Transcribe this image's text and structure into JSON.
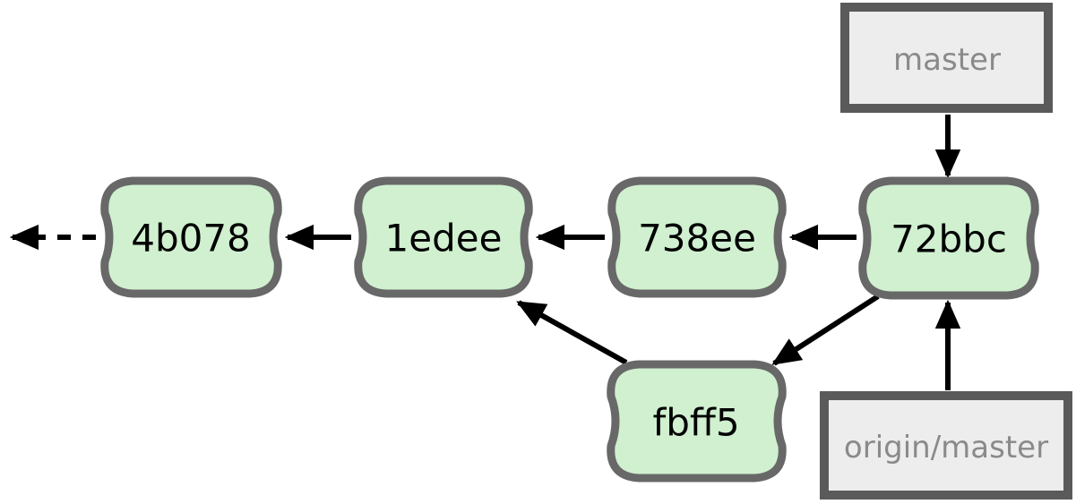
{
  "diagram": {
    "kind": "git-commit-history-graph",
    "commits": [
      {
        "id": "4b078"
      },
      {
        "id": "1edee"
      },
      {
        "id": "738ee"
      },
      {
        "id": "72bbc"
      },
      {
        "id": "fbff5"
      }
    ],
    "branch_labels": [
      {
        "label": "master",
        "points_to": "72bbc"
      },
      {
        "label": "origin/master",
        "points_to": "72bbc"
      }
    ],
    "edges": [
      {
        "from": "master",
        "to": "72bbc",
        "style": "solid"
      },
      {
        "from": "origin/master",
        "to": "72bbc",
        "style": "solid"
      },
      {
        "from": "72bbc",
        "to": "738ee",
        "style": "solid"
      },
      {
        "from": "738ee",
        "to": "1edee",
        "style": "solid"
      },
      {
        "from": "1edee",
        "to": "4b078",
        "style": "solid"
      },
      {
        "from": "4b078",
        "to": "earlier-history-offscreen",
        "style": "dashed"
      },
      {
        "from": "72bbc",
        "to": "fbff5",
        "style": "solid"
      },
      {
        "from": "fbff5",
        "to": "1edee",
        "style": "solid"
      }
    ],
    "colors": {
      "commit_fill": "#d0f0d0",
      "commit_border": "#686868",
      "commit_text": "#000000",
      "branch_box_fill": "#ededed",
      "branch_box_border": "#5a5a5a",
      "branch_text": "#8a8a8a",
      "arrow": "#000000",
      "background": "#ffffff"
    }
  }
}
